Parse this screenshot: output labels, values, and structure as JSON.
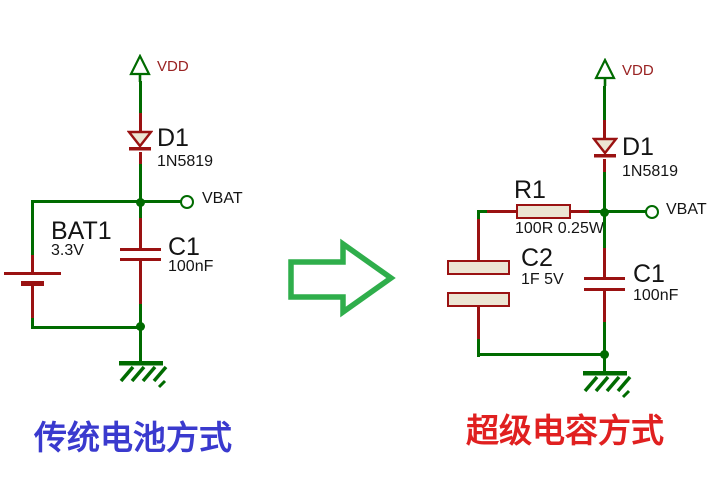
{
  "colors": {
    "wire": "#006b00",
    "component": "#9a1212",
    "component-fill": "#ece5d3",
    "power-text": "#992222",
    "label-text": "#141414",
    "arrow": "#2fae4b",
    "caption-left": "#3a3ace",
    "caption-right": "#e02020"
  },
  "left": {
    "vdd": "VDD",
    "diode_ref": "D1",
    "diode_val": "1N5819",
    "vbat": "VBAT",
    "bat_ref": "BAT1",
    "bat_val": "3.3V",
    "c1_ref": "C1",
    "c1_val": "100nF",
    "caption": "传统电池方式"
  },
  "right": {
    "vdd": "VDD",
    "diode_ref": "D1",
    "diode_val": "1N5819",
    "vbat": "VBAT",
    "r1_ref": "R1",
    "r1_val": "100R 0.25W",
    "c2_ref": "C2",
    "c2_val": "1F 5V",
    "c1_ref": "C1",
    "c1_val": "100nF",
    "caption": "超级电容方式"
  },
  "icons": {
    "vdd_power_icon": "up-triangle power port",
    "diode_icon": "schottky diode",
    "ground_icon": "hatched earth ground",
    "arrow_icon": "right block arrow"
  }
}
